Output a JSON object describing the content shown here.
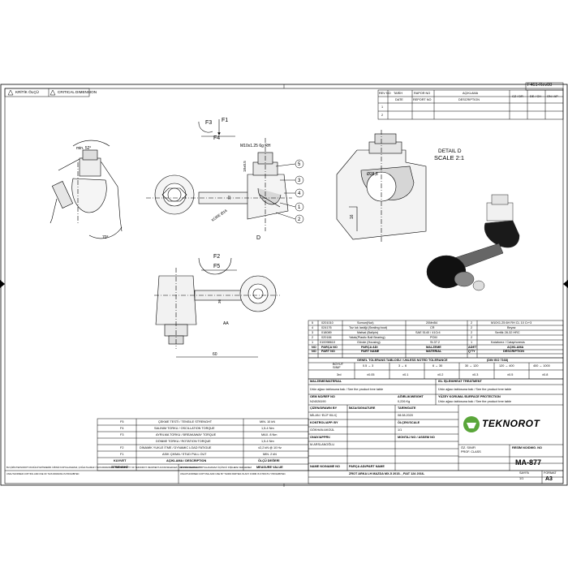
{
  "drawing": {
    "rev_code": "F461-Rev00",
    "critical_symbol": "KRİTİK ÖLÇÜ",
    "critical_dimension": "CRITICAL DIMENSION",
    "revision_headers": [
      "REV NO",
      "TARİH",
      "RAPOR NO",
      "AÇIKLAMA",
      "CZ / DR",
      "DE / CH",
      "ON / AP"
    ],
    "revision_sub": [
      "DATE",
      "REPORT NO",
      "DESCRIPTION"
    ],
    "revision_rows": [
      "1",
      "2"
    ],
    "forces": {
      "F1": "F1",
      "F2": "F2",
      "F3": "F3",
      "F4": "F4",
      "F5": "F5"
    },
    "dims": {
      "thread": "M10x1.25 6g RH",
      "angle_top": "min. 52°",
      "angle_bottom": "70°",
      "d_18": "18±0.5",
      "d_22": "22",
      "kure": "KÜRE Ø16",
      "d_36": "36",
      "d_aa": "AA",
      "d_60": "60",
      "d_28": "Ø28,8",
      "d_16": "16"
    },
    "balloons": [
      "1",
      "2",
      "3",
      "4",
      "5"
    ],
    "detail_label": "DETAIL D",
    "detail_scale": "SCALE 2:1",
    "detail_letter": "D"
  },
  "bom": {
    "rows": [
      {
        "no": "5",
        "part_no": "0201010",
        "name": "Somun(Nut)",
        "material": "20MnB4",
        "qty": "2",
        "desc": "M10X1.25 6H RH CL 10 Cr+3"
      },
      {
        "no": "4",
        "part_no": "024176",
        "name": "Toz luk lastiği (Sealing boot)",
        "material": "CR",
        "qty": "2",
        "desc": "Beyaz"
      },
      {
        "no": "3",
        "part_no": "018089",
        "name": "Mafsal (Ballpin)",
        "material": "SAE 5140 / 41Cr4",
        "qty": "2",
        "desc": "Sertlik 28-32 HRC"
      },
      {
        "no": "2",
        "part_no": "020184",
        "name": "Yatak(Plastic Ball Bearing)",
        "material": "POM",
        "qty": "2",
        "desc": ""
      },
      {
        "no": "1",
        "part_no": "010098610",
        "name": "Gövde (Housing)",
        "material": "St.37.2",
        "qty": "1",
        "desc": "Kataforez / Cataphoresis"
      }
    ],
    "header_tr": [
      "NO",
      "PARÇA NO",
      "PARÇA ADI",
      "MALZEME",
      "ADET",
      "AÇIKLAMA"
    ],
    "header_en": [
      "NO",
      "PART NO",
      "PART NAME",
      "MATERIAL",
      "Q'TY",
      "DESCRIPTION"
    ]
  },
  "tolerance": {
    "title": "GENEL TOLERANS TABLOSU / UNLESS NOTED TOLERANCE",
    "standard": "(DIN ISO 7168)",
    "ranges": [
      "0.5 → 3",
      "3 → 6",
      "6 → 30",
      "30 → 120",
      "120 → 400",
      "400 → 1000"
    ],
    "label_boyut": "BOYUT",
    "label_sinif": "SINIF",
    "values": [
      "±0.05",
      "±0.1",
      "±0.2",
      "±0.3",
      "±0.5",
      "±0.8"
    ],
    "class": "3rd",
    "row_class": [
      "3rd",
      "±0.05",
      "±0.1",
      "±0.2",
      "±0.3",
      "±0.5",
      "±0.8"
    ]
  },
  "title_block": {
    "material_label": "MALZEME/MATERIAL",
    "heat_label": "ISL İŞLEM/HEAT TREATMENT",
    "material_note": "Ürün ağacı tablosuna bak / See the product tree table",
    "heat_note": "Ürün ağacı tablosuna bak / See the product tree table",
    "oem_label": "OEM NO/REF NO",
    "oem_value": "N24026190",
    "weight_label": "AĞIRLIK/WEIGHT",
    "weight_value": "0,226 Kg",
    "surface_label": "YÜZEY KORUMA /SURFACE PROTECTION",
    "surface_note": "Ürün ağacı tablosuna bak / See the product tree table",
    "drawn_label": "ÇİZEN/DRAWN BY",
    "sig_label": "İMZA/SIGNATURE",
    "date_label": "TARİH/DATE",
    "drawn_name": "MİLAN / ELİF KILIÇ",
    "date_value": "08.08.2020",
    "control_label": "KONTROL/APP. BY",
    "scale_label": "ÖLÇEK/SCALE",
    "control_name": "GÖKHAN AKGÜL",
    "scale_value": "1/1",
    "approve_label": "ONAY/APPRV.",
    "proj_label": "MONTAJ NO / ASSEM NO",
    "approve_name": "M.ARSLANOĞLU",
    "name_label": "PARÇA ADI/PART NAME",
    "name_code": "NAME NO/NAME NO",
    "part_name": "ZROT ARKA LH MAZDA MX-5 2015- , FIAT 124 2016-",
    "company": "TEKNOROT",
    "class_label": "ÖZ. SINIFI",
    "class_en": "PROF. CLASS",
    "drawing_no_label": "RESİM NO/DWG. NO",
    "drawing_no": "MA-877",
    "format_label": "FORMAT",
    "format_value": "A3",
    "sheet_label": "SAYFA",
    "sheet_value": "1/1"
  },
  "strength": {
    "rows": [
      {
        "code": "F5",
        "desc": "ÇEKME TESTİ / TENSILE STRENGHT",
        "val": "MIN. 10 kN"
      },
      {
        "code": "F4",
        "desc": "SALINIM TORKU / OSCILLATION TORQUE",
        "val": "1,5-4 Nm"
      },
      {
        "code": "F3",
        "desc": "AYRILMA TORKU / BREAKAWAY TORQUE",
        "val": "MAX. 8 Nm"
      },
      {
        "code": "",
        "desc": "DÖNME TORKU / ROTATION TORQUE",
        "val": "1,5-4 Nm"
      },
      {
        "code": "F2",
        "desc": "DİNAMİK YUKLE İTME / DYNAMIC LOAD FATIGUE",
        "val": "±2,2 kN @ 10 Hz"
      },
      {
        "code": "F1",
        "desc": "ASIK ÇIKMA / STUD PULL OUT",
        "val": "MIN. 2 kN"
      },
      {
        "code": "KUVVET",
        "desc": "AÇIKLAMA / DESCRIPTION",
        "val": "ÖLÇÜ DEĞERİ"
      },
      {
        "code": "STRENGHT",
        "desc": "",
        "val": "MEASURE VALUE"
      }
    ]
  },
  "footer": {
    "left_note": "BU ÇİZİM TEKNOROT'UN MÜLKİYETİNDEDİR. İZİNSİZ KOPYALANAMAZ, ÇOĞALTILAMAZ / THIS DRAWING IS THE PROPERTY OF TEKNOROT. RECIPIENT ACKNOWLEDGES THE CONFIDENTIALITY",
    "left_note2": "UNAUTHORISED COPYING AND USE OF THIS DRAWING IS PROHIBITED",
    "mid_note": "İZİNSİZ OLARAK KOPYALANAMAZ ÜÇÜNCÜ KİŞİLERE VERİLEMEZ",
    "mid_note2": "UNAUTHORISED COPYING AND USE BY THIRD PARTIES IN ANY FORM IS STRICTLY PROHIBITED."
  }
}
